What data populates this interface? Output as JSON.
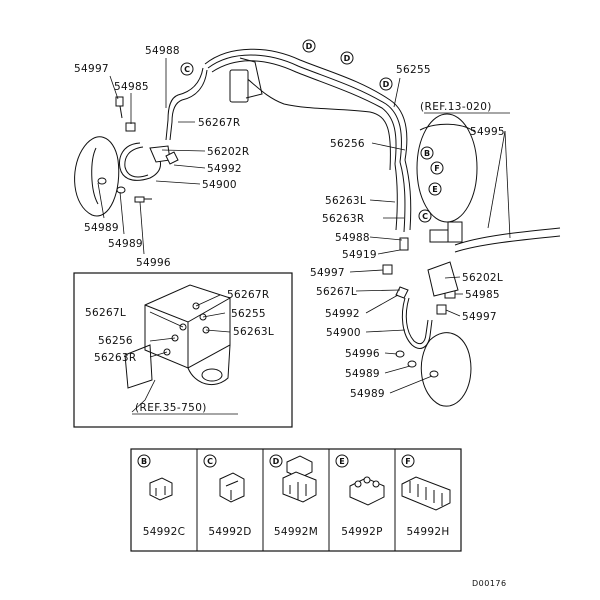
{
  "top_labels": {
    "l54997a": "54997",
    "l54988a": "54988",
    "l54985a": "54985",
    "l56267R": "56267R",
    "l56202R": "56202R",
    "l54992a": "54992",
    "l54900a": "54900",
    "l54989a": "54989",
    "l54989b": "54989",
    "l54996a": "54996",
    "l56255": "56255",
    "l56256": "56256",
    "l54995": "54995",
    "l56263L": "56263L",
    "l56263R": "56263R",
    "l54988b": "54988",
    "l54919": "54919",
    "l54997b": "54997",
    "l56267L": "56267L",
    "l56202L": "56202L",
    "l54985b": "54985",
    "l54992b": "54992",
    "l54997c": "54997",
    "l54900b": "54900",
    "l54996b": "54996",
    "l54989c": "54989",
    "l54989d": "54989"
  },
  "refs": {
    "ref_13_020": "(REF.13-020)",
    "ref_35_750": "(REF.35-750)"
  },
  "callouts": {
    "c1": "C",
    "d1": "D",
    "d2": "D",
    "d3": "D",
    "b1": "B",
    "f1": "F",
    "e1": "E",
    "c2": "C"
  },
  "inset": {
    "l56267R": "56267R",
    "l56267L": "56267L",
    "l56255": "56255",
    "l56256": "56256",
    "l56263L": "56263L",
    "l56263R": "56263R"
  },
  "clips": [
    {
      "letter": "B",
      "part": "54992C"
    },
    {
      "letter": "C",
      "part": "54992D"
    },
    {
      "letter": "D",
      "part": "54992M"
    },
    {
      "letter": "E",
      "part": "54992P"
    },
    {
      "letter": "F",
      "part": "54992H"
    }
  ],
  "diagram_code": "D00176"
}
